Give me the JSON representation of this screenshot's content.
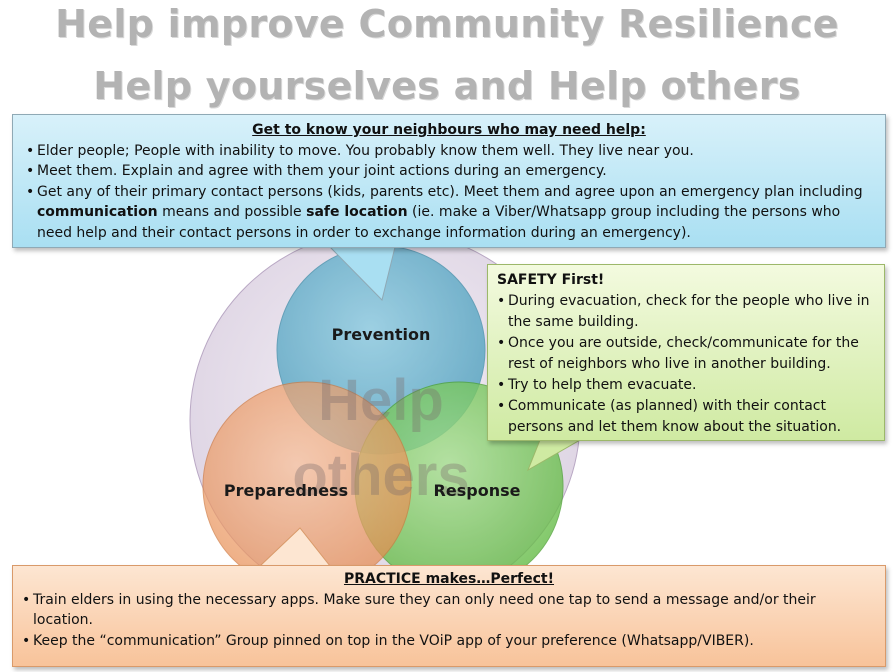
{
  "titles": {
    "line1": "Help improve Community Resilience",
    "line2": "Help yourselves and Help others"
  },
  "venn": {
    "center_label_line1": "Help",
    "center_label_line2": "others",
    "circles": [
      {
        "label": "Prevention",
        "color": "#6fb5cf"
      },
      {
        "label": "Preparedness",
        "color": "#f0a06a"
      },
      {
        "label": "Response",
        "color": "#7ccd5e"
      }
    ]
  },
  "callout_top": {
    "heading": "Get to know your neighbours who may need help:",
    "items": [
      "Elder people; People with inability to move. You probably know them well. They live near you.",
      "Meet them. Explain and agree with them your joint actions during an emergency."
    ],
    "item3": {
      "part1": "Get any of their primary contact persons (kids, parents etc). Meet them and agree upon an emergency plan including ",
      "bold1": "communication",
      "part2": " means and possible ",
      "bold2": "safe location",
      "part3": " (ie. make a Viber/Whatsapp group including the persons who need help and their contact persons in order to exchange information during an emergency)."
    }
  },
  "callout_right": {
    "heading": "SAFETY First!",
    "items": [
      "During evacuation, check for the people who live in the same building.",
      "Once you are outside, check/communicate for the rest of neighbors who live in another building.",
      "Try to help them evacuate.",
      "Communicate (as planned) with their contact persons and let them know about the situation."
    ]
  },
  "callout_bottom": {
    "heading": "PRACTICE makes…Perfect!",
    "items": [
      "Train elders in using the necessary apps. Make sure they can only need one tap to send a message and/or their location.",
      "Keep the “communication” Group pinned on top in the VOiP app of your preference (Whatsapp/VIBER)."
    ]
  },
  "colors": {
    "title": "#b3b3b3",
    "top_callout": "#a9dff2",
    "right_callout": "#cfeaa2",
    "bottom_callout": "#f8c39a"
  }
}
